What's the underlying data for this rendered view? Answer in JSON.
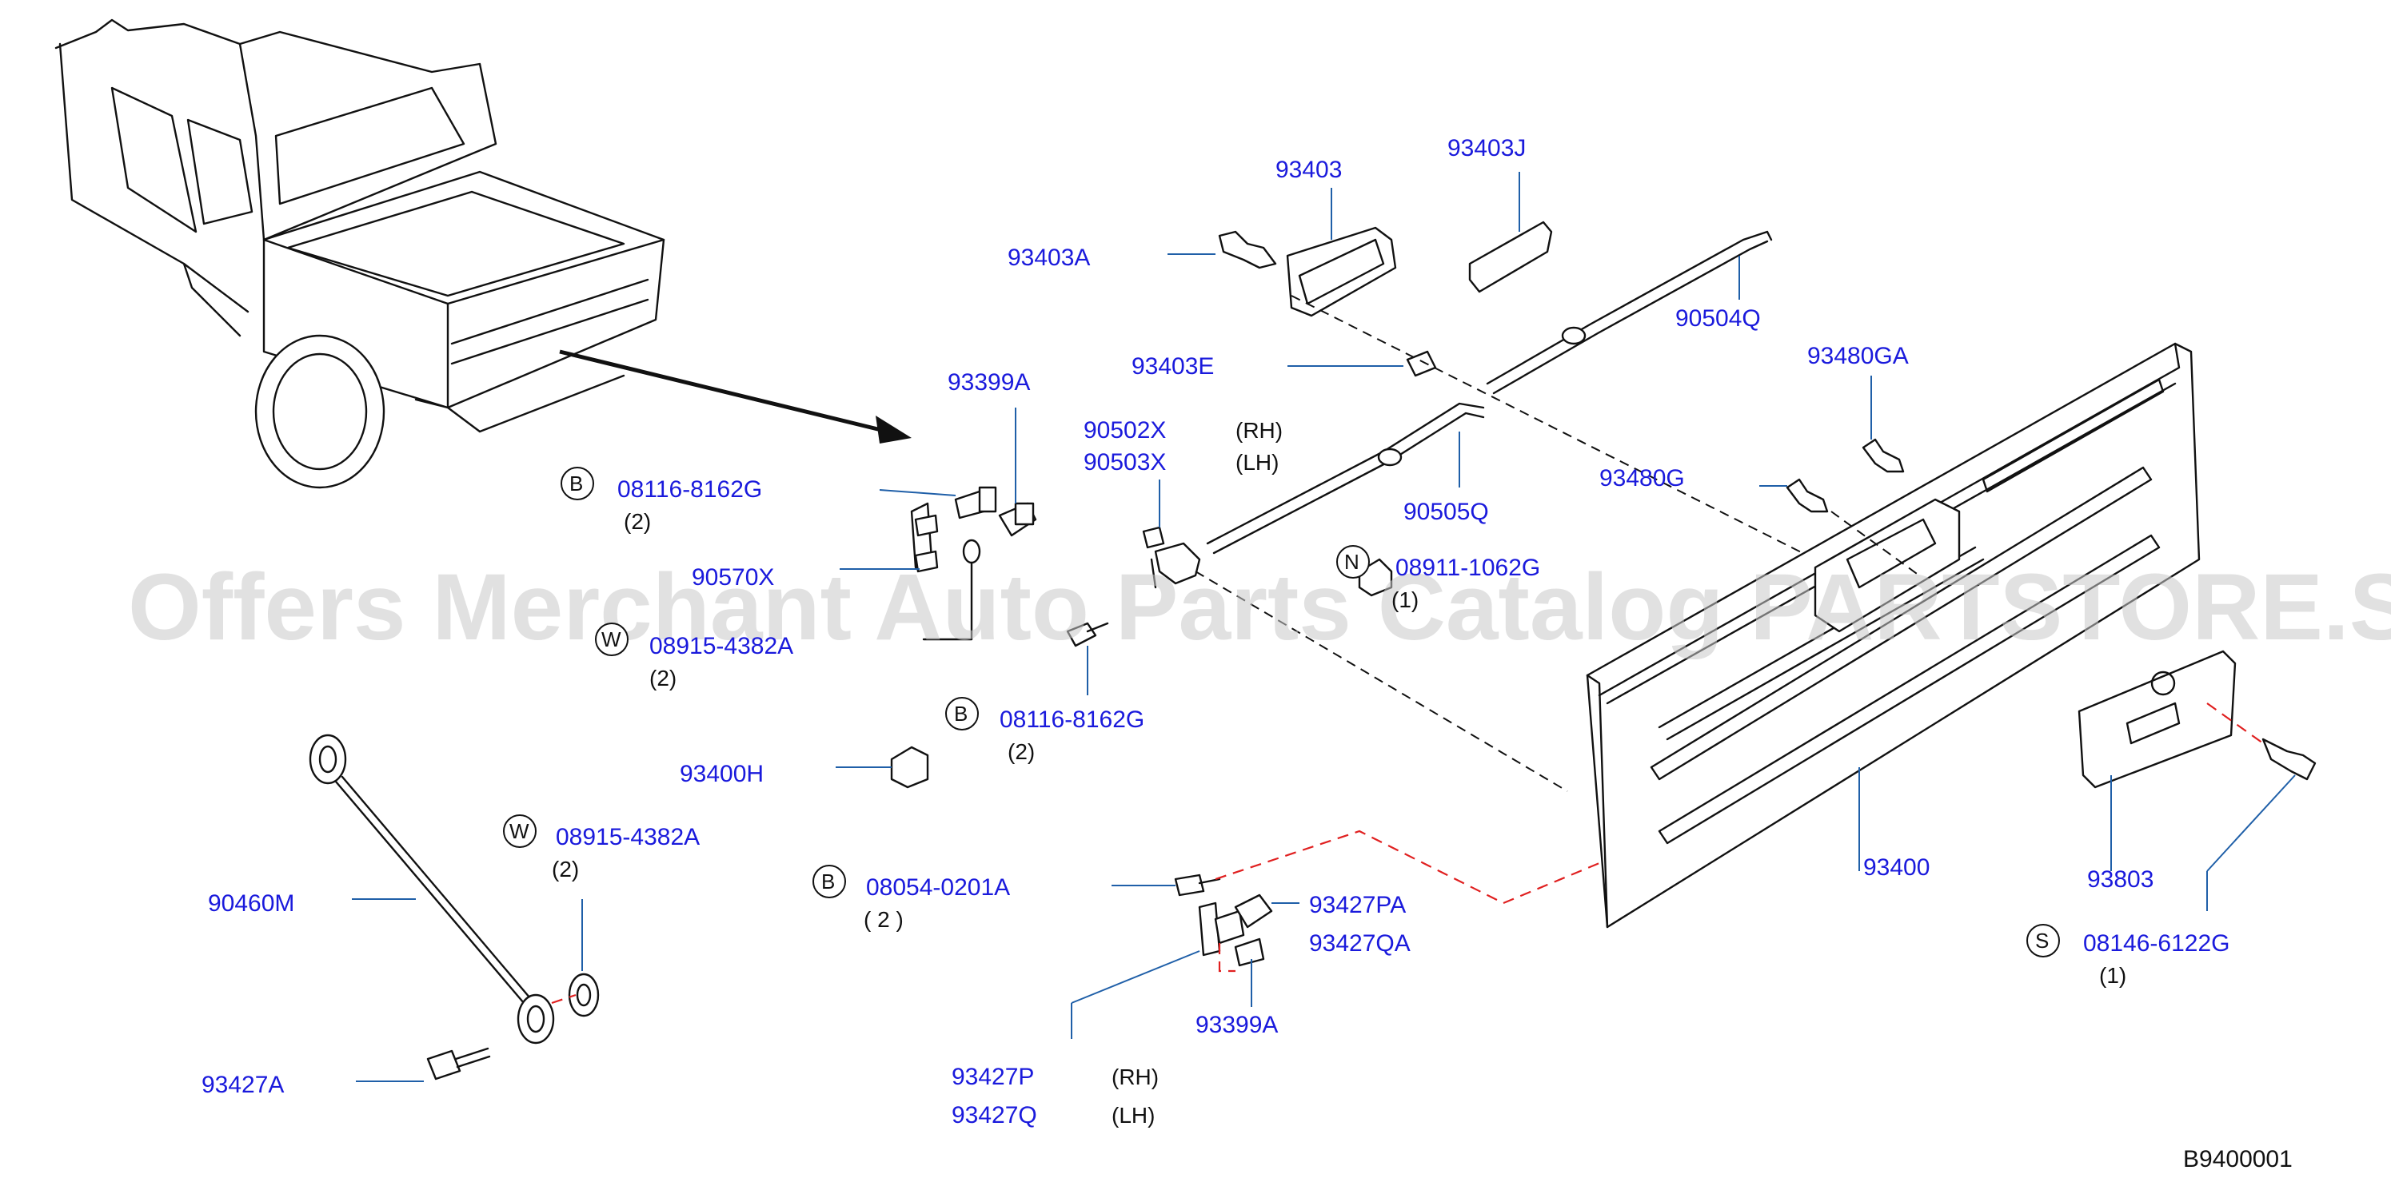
{
  "watermark": "Offers Merchant Auto Parts Catalog PARTSTORE.SA",
  "diagram_code": "B9400001",
  "labels": {
    "p93403": "93403",
    "p93403J": "93403J",
    "p93403A": "93403A",
    "p90504Q": "90504Q",
    "p93403E": "93403E",
    "p93480GA": "93480GA",
    "p93399A_top": "93399A",
    "p90502X": "90502X",
    "p90503X": "90503X",
    "rh_1": "(RH)",
    "lh_1": "(LH)",
    "p93480G": "93480G",
    "p90505Q": "90505Q",
    "p08116_8162G_a": "08116-8162G",
    "qty_08116_a": "(2)",
    "p90570X": "90570X",
    "p08911_1062G": "08911-1062G",
    "qty_08911": "(1)",
    "p08915_4382A_a": "08915-4382A",
    "qty_08915_a": "(2)",
    "p08116_8162G_b": "08116-8162G",
    "qty_08116_b": "(2)",
    "p93400H": "93400H",
    "p08915_4382A_b": "08915-4382A",
    "qty_08915_b": "(2)",
    "p90460M": "90460M",
    "p08054_0201A": "08054-0201A",
    "qty_08054": "(  2  )",
    "p93427PA": "93427PA",
    "p93427QA": "93427QA",
    "p93399A_bottom": "93399A",
    "p93400": "93400",
    "p93803": "93803",
    "p08146_6122G": "08146-6122G",
    "qty_08146": "(1)",
    "p93427A": "93427A",
    "p93427P": "93427P",
    "p93427Q": "93427Q",
    "rh_2": "(RH)",
    "lh_2": "(LH)"
  },
  "circle_marks": {
    "b1": "B",
    "n1": "N",
    "w1": "W",
    "b2": "B",
    "w2": "W",
    "b3": "B",
    "s1": "S"
  },
  "colors": {
    "label": "#1a1adc",
    "leader": "#1f5fa8",
    "red_dash": "#e02020",
    "line": "#111111",
    "watermark": "#c9c9c9"
  }
}
